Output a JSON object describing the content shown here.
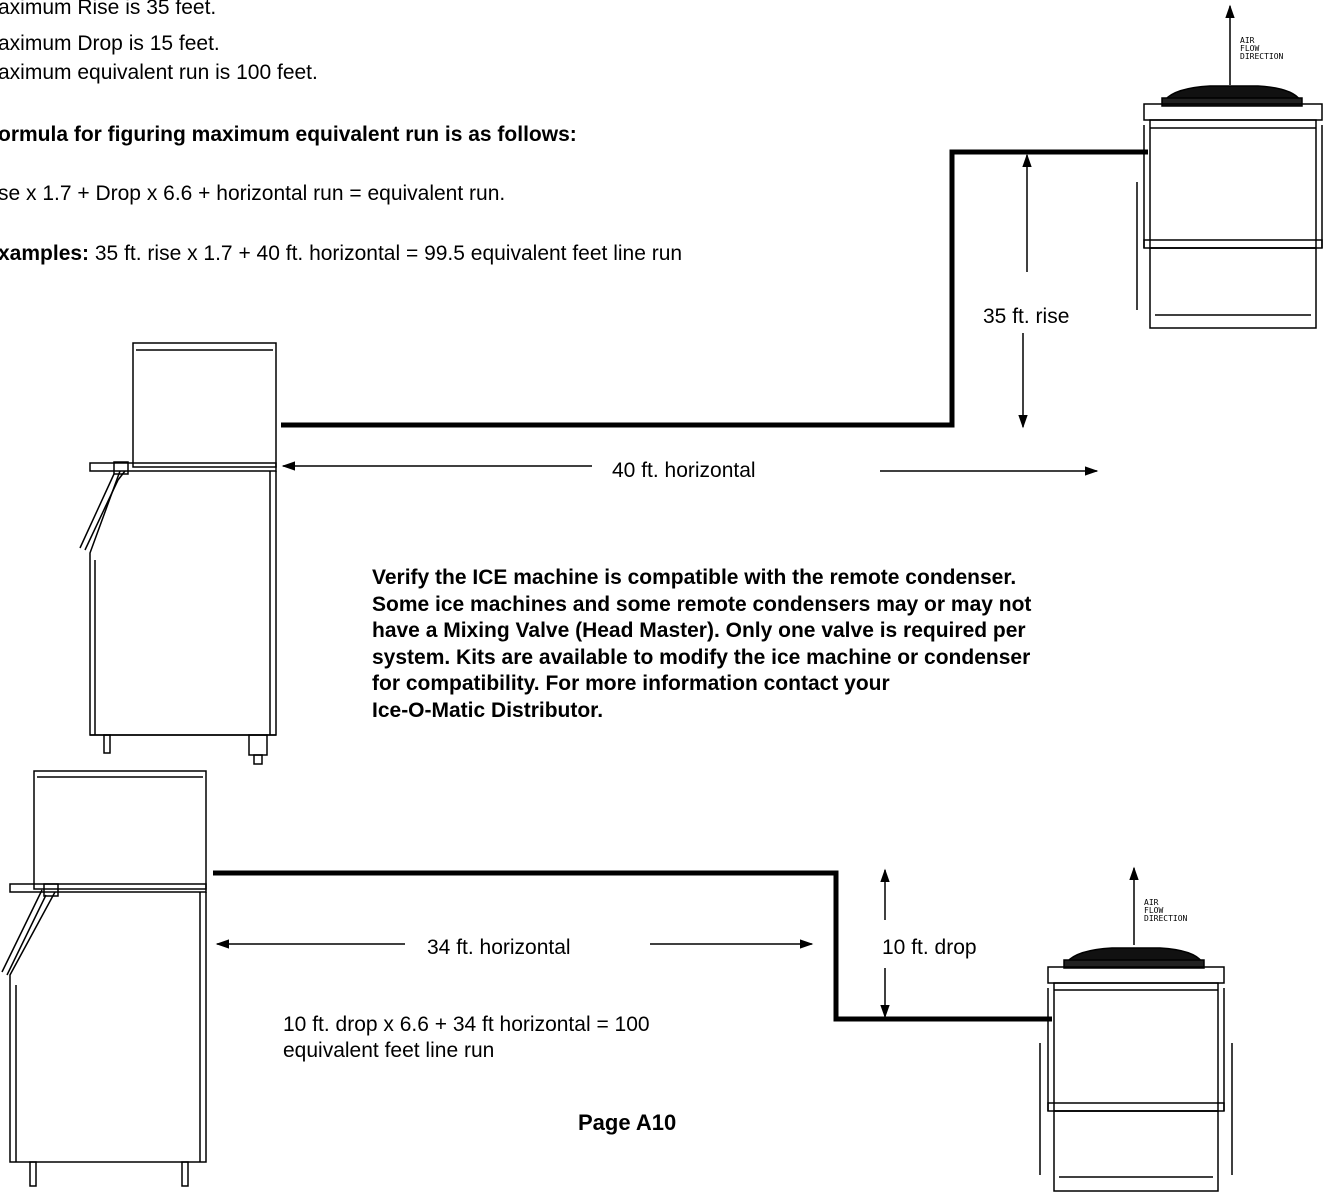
{
  "header": {
    "line1": "aximum Rise is 35 feet.",
    "line2": "aximum Drop is 15 feet.",
    "line3": "aximum equivalent run is 100 feet.",
    "formula_heading": "ormula for figuring maximum equivalent run is as follows:",
    "formula": "se x 1.7 + Drop x 6.6 + horizontal run = equivalent run.",
    "examples_label": "xamples:",
    "examples_text": " 35 ft. rise x 1.7 + 40 ft. horizontal = 99.5 equivalent feet line run"
  },
  "top_diagram": {
    "rise_label": "35 ft. rise",
    "horizontal_label": "40 ft. horizontal",
    "airflow_label": [
      "AIR",
      "FLOW",
      "DIRECTION"
    ]
  },
  "verify_note": [
    "Verify the ICE machine is compatible with the remote condenser.",
    "Some ice machines and some remote condensers may or may not",
    "have a Mixing Valve (Head Master).  Only one valve is required per",
    "system.  Kits are available to modify the ice machine or condenser",
    "for compatibility.  For more information contact your",
    "Ice-O-Matic Distributor."
  ],
  "bottom_diagram": {
    "horizontal_label": "34 ft. horizontal",
    "drop_label": "10 ft. drop",
    "example_line1": "10 ft. drop x 6.6 + 34 ft horizontal = 100",
    "example_line2": "equivalent feet line run",
    "airflow_label": [
      "AIR",
      "FLOW",
      "DIRECTION"
    ]
  },
  "footer": {
    "page_label": "Page A10"
  }
}
